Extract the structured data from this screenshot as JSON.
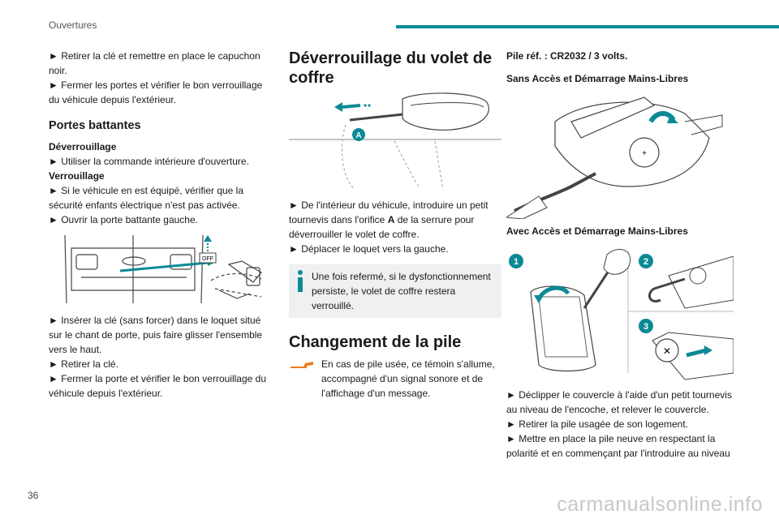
{
  "header": {
    "section": "Ouvertures",
    "page_number": "36",
    "accent": "#0b8a96"
  },
  "col1": {
    "p1": "► Retirer la clé et remettre en place le capuchon noir.",
    "p2": "► Fermer les portes et vérifier le bon verrouillage du véhicule depuis l'extérieur.",
    "title": "Portes battantes",
    "sub1": "Déverrouillage",
    "p3": "► Utiliser la commande intérieure d'ouverture.",
    "sub2": "Verrouillage",
    "p4": "► Si le véhicule en est équipé, vérifier que la sécurité enfants électrique n'est pas activée.",
    "p5": "► Ouvrir la porte battante gauche.",
    "fig_label": "OFF",
    "p6": "► Insérer la clé (sans forcer) dans le loquet situé sur le chant de porte, puis faire glisser l'ensemble vers le haut.",
    "p7": "► Retirer la clé.",
    "p8": "► Fermer la porte et vérifier le bon verrouillage du véhicule depuis l'extérieur."
  },
  "col2": {
    "title": "Déverrouillage du volet de coffre",
    "fig_label": "A",
    "p1a": "► De l'intérieur du véhicule, introduire un petit tournevis dans l'orifice ",
    "p1b": "A",
    "p1c": " de la serrure pour déverrouiller le volet de coffre.",
    "p2": "► Déplacer le loquet vers la gauche.",
    "note": "Une fois refermé, si le dysfonctionnement persiste, le volet de coffre restera verrouillé.",
    "title2": "Changement de la pile",
    "warn": "En cas de pile usée, ce témoin s'allume, accompagné d'un signal sonore et de l'affichage d'un message."
  },
  "col3": {
    "ref": "Pile réf. : CR2032 / 3 volts.",
    "sub1": "Sans Accès et Démarrage Mains-Libres",
    "sub2": "Avec Accès et Démarrage Mains-Libres",
    "step1": "1",
    "step2": "2",
    "step3": "3",
    "p1": "► Déclipper le couvercle à l'aide d'un petit tournevis au niveau de l'encoche, et relever le couvercle.",
    "p2": "► Retirer la pile usagée de son logement.",
    "p3": "► Mettre en place la pile neuve en respectant la polarité et en commençant par l'introduire au niveau"
  },
  "watermark": "carmanualsonline.info"
}
